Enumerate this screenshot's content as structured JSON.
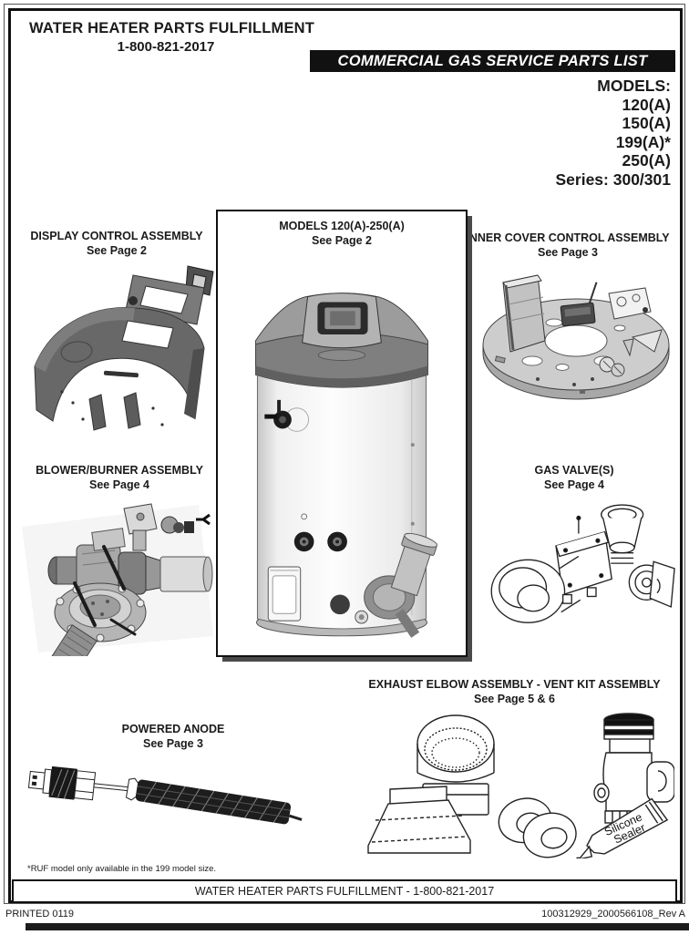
{
  "colors": {
    "banner_bg": "#111111",
    "ink": "#1a1a1a",
    "paper": "#ffffff"
  },
  "header": {
    "title": "WATER HEATER PARTS FULFILLMENT",
    "phone": "1-800-821-2017",
    "banner": "COMMERCIAL GAS SERVICE PARTS LIST"
  },
  "models": {
    "label": "MODELS:",
    "items": [
      "120(A)",
      "150(A)",
      "199(A)*",
      "250(A)"
    ],
    "series": "Series: 300/301"
  },
  "sections": {
    "display_control": {
      "title": "DISPLAY CONTROL ASSEMBLY",
      "page": "See Page 2"
    },
    "center_unit": {
      "title": "MODELS 120(A)-250(A)",
      "page": "See Page 2"
    },
    "inner_cover": {
      "title": "INNER COVER CONTROL ASSEMBLY",
      "page": "See Page 3"
    },
    "blower_burner": {
      "title": "BLOWER/BURNER ASSEMBLY",
      "page": "See Page 4"
    },
    "gas_valve": {
      "title": "GAS VALVE(S)",
      "page": "See Page 4"
    },
    "powered_anode": {
      "title": "POWERED ANODE",
      "page": "See Page 3"
    },
    "exhaust_vent": {
      "title": "EXHAUST  ELBOW ASSEMBLY - VENT KIT ASSEMBLY",
      "page": "See Page 5 & 6"
    }
  },
  "illustrations": {
    "silicone_line1": "Silicone",
    "silicone_line2": "Sealer"
  },
  "footnote": "*RUF model only available in the 199 model size.",
  "footer": {
    "bar_text": "WATER HEATER PARTS FULFILLMENT - 1-800-821-2017",
    "printed": "PRINTED 0119",
    "doc_number": "100312929_2000566108_Rev A"
  }
}
